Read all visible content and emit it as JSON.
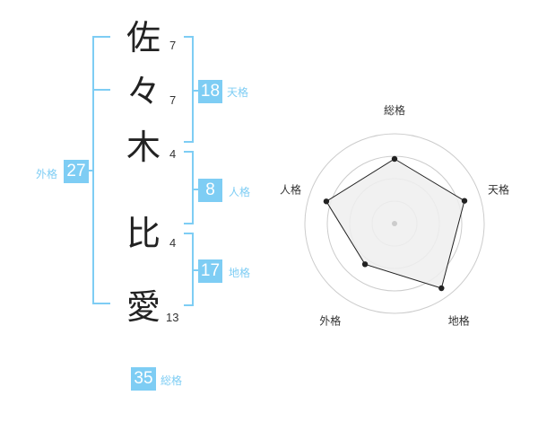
{
  "name": {
    "characters": [
      {
        "char": "佐",
        "strokes": "7"
      },
      {
        "char": "々",
        "strokes": "7"
      },
      {
        "char": "木",
        "strokes": "4"
      },
      {
        "char": "比",
        "strokes": "4"
      },
      {
        "char": "愛",
        "strokes": "13"
      }
    ]
  },
  "kaku": {
    "tenkaku": {
      "value": "18",
      "label": "天格"
    },
    "jinkaku": {
      "value": "8",
      "label": "人格"
    },
    "chikaku": {
      "value": "17",
      "label": "地格"
    },
    "gaikaku": {
      "value": "27",
      "label": "外格"
    },
    "soukaku": {
      "value": "35",
      "label": "総格"
    }
  },
  "radar": {
    "axes": [
      "総格",
      "天格",
      "地格",
      "外格",
      "人格"
    ],
    "values": [
      0.72,
      0.82,
      0.89,
      0.56,
      0.8
    ],
    "rings": 4,
    "colors": {
      "ring": "#cccccc",
      "fill": "#eeeeee",
      "line": "#222222",
      "center": "#cccccc"
    }
  },
  "colors": {
    "accent": "#7ecdf4",
    "bracket": "#7ecdf4"
  }
}
